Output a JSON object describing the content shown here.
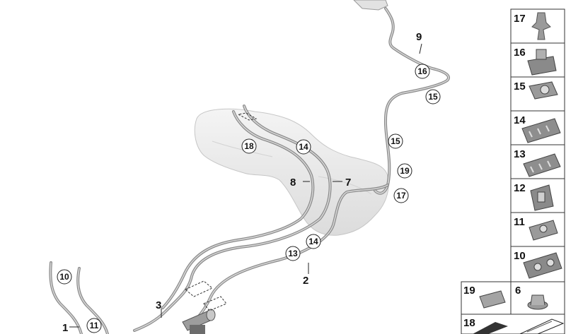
{
  "callouts": {
    "c1": "1",
    "c2": "2",
    "c3": "3",
    "c7": "7",
    "c8": "8",
    "c9": "9"
  },
  "circles": {
    "c10": "10",
    "c11": "11",
    "c13": "13",
    "c14a": "14",
    "c14b": "14",
    "c15a": "15",
    "c15b": "15",
    "c16": "16",
    "c17": "17",
    "c18": "18",
    "c19": "19"
  },
  "legend": {
    "right": [
      "17",
      "16",
      "15",
      "14",
      "13",
      "12",
      "11",
      "10"
    ],
    "bottom": [
      "19",
      "6",
      "18"
    ]
  },
  "colors": {
    "line": "#8a8a8a",
    "tank": "#ececec",
    "clip": "#7d7d7d"
  }
}
